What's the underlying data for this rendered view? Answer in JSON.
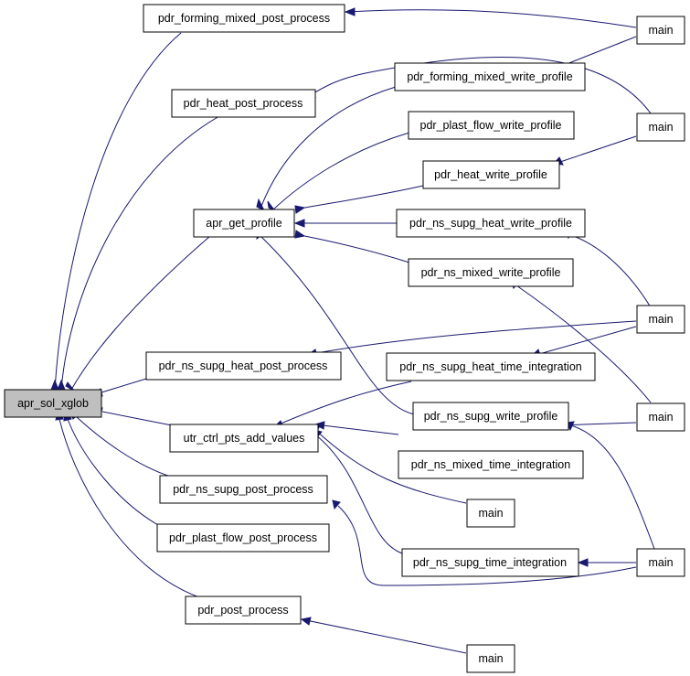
{
  "nodes": {
    "apr_sol_xglob": "apr_sol_xglob",
    "pdr_forming_mixed_post_process": "pdr_forming_mixed_post_process",
    "pdr_heat_post_process": "pdr_heat_post_process",
    "apr_get_profile": "apr_get_profile",
    "pdr_ns_supg_heat_post_process": "pdr_ns_supg_heat_post_process",
    "utr_ctrl_pts_add_values": "utr_ctrl_pts_add_values",
    "pdr_ns_supg_post_process": "pdr_ns_supg_post_process",
    "pdr_plast_flow_post_process": "pdr_plast_flow_post_process",
    "pdr_post_process": "pdr_post_process",
    "pdr_forming_mixed_write_profile": "pdr_forming_mixed_write_profile",
    "pdr_plast_flow_write_profile": "pdr_plast_flow_write_profile",
    "pdr_heat_write_profile": "pdr_heat_write_profile",
    "pdr_ns_supg_heat_write_profile": "pdr_ns_supg_heat_write_profile",
    "pdr_ns_mixed_write_profile": "pdr_ns_mixed_write_profile",
    "pdr_ns_supg_heat_time_integration": "pdr_ns_supg_heat_time_integration",
    "pdr_ns_supg_write_profile": "pdr_ns_supg_write_profile",
    "pdr_ns_mixed_time_integration": "pdr_ns_mixed_time_integration",
    "pdr_ns_supg_time_integration": "pdr_ns_supg_time_integration",
    "main1": "main",
    "main2": "main",
    "main3": "main",
    "main4": "main",
    "main5": "main",
    "main6": "main",
    "main7": "main"
  },
  "colors": {
    "edge": "#191970",
    "root_fill": "#bfbfbf",
    "node_fill": "#ffffff",
    "node_stroke": "#000000"
  }
}
